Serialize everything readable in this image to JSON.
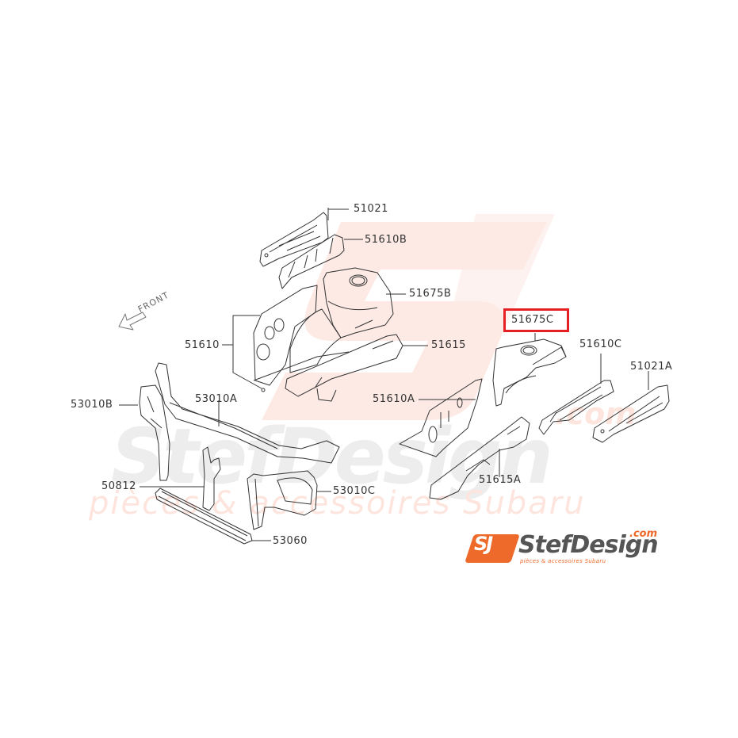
{
  "diagram": {
    "type": "exploded parts diagram",
    "front_indicator": "FRONT",
    "highlighted_part": "51675C",
    "highlight_color": "#e52025",
    "line_color": "#333333",
    "parts": [
      {
        "id": "51021",
        "label": "51021"
      },
      {
        "id": "51610B",
        "label": "51610B"
      },
      {
        "id": "51675B",
        "label": "51675B"
      },
      {
        "id": "51610",
        "label": "51610"
      },
      {
        "id": "51615",
        "label": "51615"
      },
      {
        "id": "51675C",
        "label": "51675C"
      },
      {
        "id": "51610C",
        "label": "51610C"
      },
      {
        "id": "51021A",
        "label": "51021A"
      },
      {
        "id": "53010B",
        "label": "53010B"
      },
      {
        "id": "53010A",
        "label": "53010A"
      },
      {
        "id": "51610A",
        "label": "51610A"
      },
      {
        "id": "50812",
        "label": "50812"
      },
      {
        "id": "53010C",
        "label": "53010C"
      },
      {
        "id": "51615A",
        "label": "51615A"
      },
      {
        "id": "53060",
        "label": "53060"
      }
    ]
  },
  "watermark": {
    "brand": "StefDesign",
    "tagline": "pièces & accessoires Subaru",
    "dotcom": ".com",
    "color_light_gray": "#ececec",
    "color_light_orange": "#fde3dc"
  },
  "logo": {
    "badge_text": "SJ",
    "name": "StefDesign",
    "dotcom": ".com",
    "tagline": "pièces & accessoires Subaru",
    "accent_color": "#ee6a2a",
    "text_color": "#555555"
  }
}
